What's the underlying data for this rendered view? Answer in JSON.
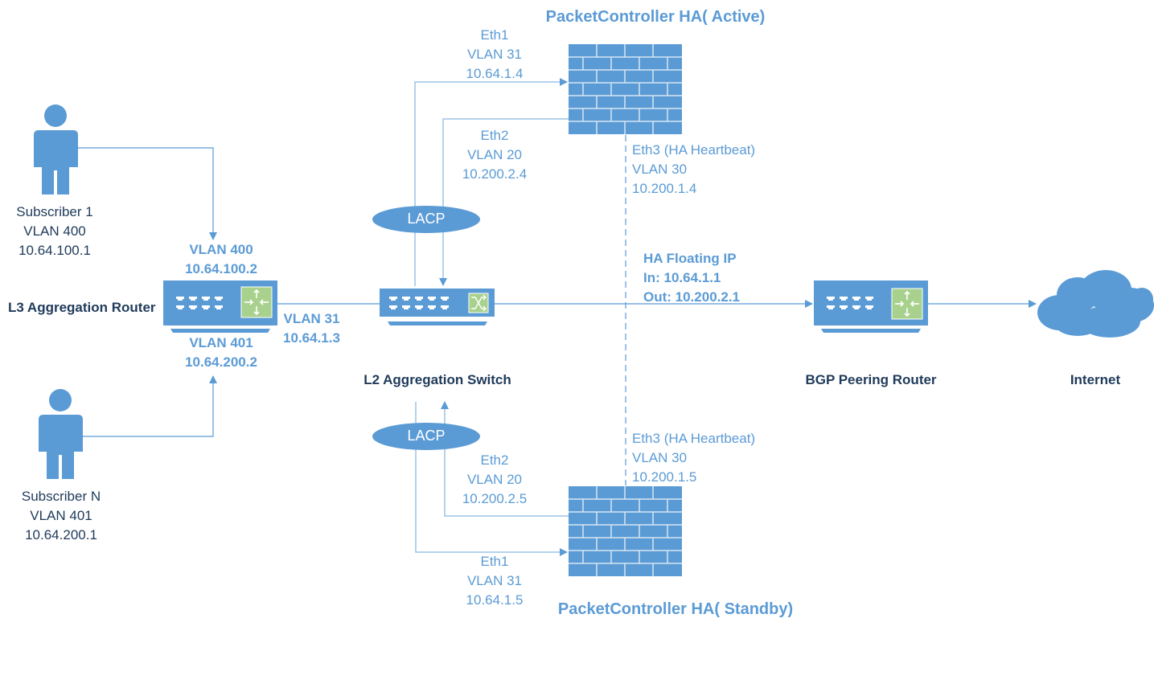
{
  "colors": {
    "primary": "#5b9bd5",
    "line": "#9dc3e6",
    "accent_green": "#a9d18e",
    "dark_text": "#1f3a5a"
  },
  "subscribers": [
    {
      "name": "Subscriber 1",
      "vlan": "VLAN 400",
      "ip": "10.64.100.1",
      "icon": "person-icon"
    },
    {
      "name": "Subscriber N",
      "vlan": "VLAN 401",
      "ip": "10.64.200.1",
      "icon": "person-icon"
    }
  ],
  "l3_router": {
    "label": "L3 Aggregation Router",
    "icon": "router-icon",
    "iface_top": {
      "vlan": "VLAN 400",
      "ip": "10.64.100.2"
    },
    "iface_bottom": {
      "vlan": "VLAN 401",
      "ip": "10.64.200.2"
    },
    "iface_right": {
      "vlan": "VLAN 31",
      "ip": "10.64.1.3"
    }
  },
  "l2_switch": {
    "label": "L2 Aggregation Switch",
    "icon": "switch-icon"
  },
  "lacp": {
    "top": "LACP",
    "bottom": "LACP"
  },
  "pc_active": {
    "title": "PacketController HA( Active)",
    "icon": "firewall-icon",
    "eth1": {
      "name": "Eth1",
      "vlan": "VLAN 31",
      "ip": "10.64.1.4"
    },
    "eth2": {
      "name": "Eth2",
      "vlan": "VLAN 20",
      "ip": "10.200.2.4"
    },
    "eth3": {
      "name": "Eth3 (HA Heartbeat)",
      "vlan": "VLAN 30",
      "ip": "10.200.1.4"
    }
  },
  "pc_standby": {
    "title": "PacketController HA( Standby)",
    "icon": "firewall-icon",
    "eth1": {
      "name": "Eth1",
      "vlan": "VLAN 31",
      "ip": "10.64.1.5"
    },
    "eth2": {
      "name": "Eth2",
      "vlan": "VLAN 20",
      "ip": "10.200.2.5"
    },
    "eth3": {
      "name": "Eth3 (HA Heartbeat)",
      "vlan": "VLAN 30",
      "ip": "10.200.1.5"
    }
  },
  "ha_floating": {
    "title": "HA Floating IP",
    "in": "In: 10.64.1.1",
    "out": "Out: 10.200.2.1"
  },
  "bgp_router": {
    "label": "BGP Peering Router",
    "icon": "router-icon"
  },
  "internet": {
    "label": "Internet",
    "icon": "cloud-icon"
  }
}
